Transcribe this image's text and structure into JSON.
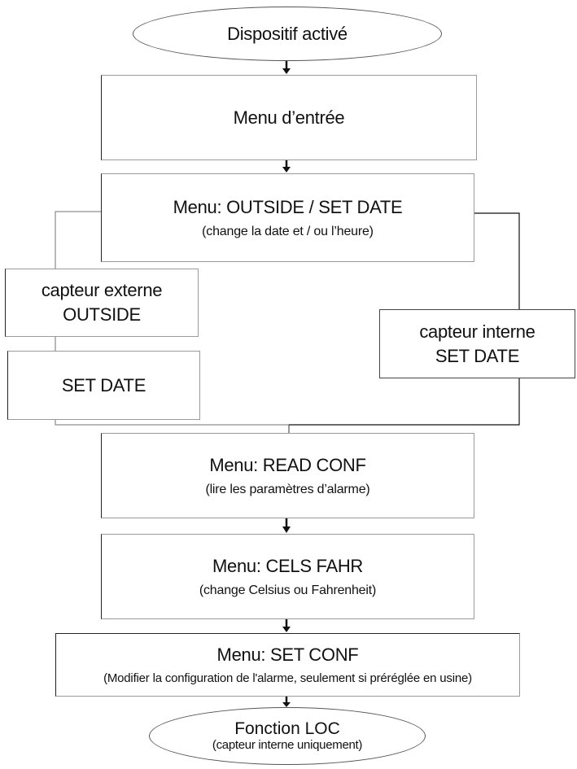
{
  "diagram": {
    "type": "flowchart",
    "language": "fr",
    "start": {
      "label": "Dispositif activé"
    },
    "nodes": {
      "menu_entree": {
        "title": "Menu d’entrée"
      },
      "menu_outside_set_date": {
        "title": "Menu: OUTSIDE / SET DATE",
        "subtitle": "(change la date et / ou l’heure)"
      },
      "capteur_externe": {
        "line1": "capteur externe",
        "line2": "OUTSIDE"
      },
      "set_date_left": {
        "title": "SET DATE"
      },
      "capteur_interne": {
        "line1": "capteur interne",
        "line2": "SET DATE"
      },
      "menu_read_conf": {
        "title": "Menu: READ CONF",
        "subtitle": "(lire les paramètres d’alarme)"
      },
      "menu_cels_fahr": {
        "title": "Menu: CELS FAHR",
        "subtitle": "(change Celsius ou Fahrenheit)"
      },
      "menu_set_conf": {
        "title": "Menu: SET CONF",
        "subtitle": "(Modifier la configuration de l'alarme, seulement si préréglée en usine)"
      }
    },
    "end": {
      "title": "Fonction LOC",
      "subtitle": "(capteur interne uniquement)"
    },
    "edges": [
      [
        "Dispositif activé",
        "Menu d’entrée"
      ],
      [
        "Menu d’entrée",
        "Menu: OUTSIDE / SET DATE"
      ],
      [
        "Menu: OUTSIDE / SET DATE",
        "capteur externe OUTSIDE"
      ],
      [
        "capteur externe OUTSIDE",
        "SET DATE"
      ],
      [
        "Menu: OUTSIDE / SET DATE",
        "capteur interne SET DATE"
      ],
      [
        "SET DATE",
        "Menu: READ CONF"
      ],
      [
        "capteur interne SET DATE",
        "Menu: READ CONF"
      ],
      [
        "Menu: READ CONF",
        "Menu: CELS FAHR"
      ],
      [
        "Menu: CELS FAHR",
        "Menu: SET CONF"
      ],
      [
        "Menu: SET CONF",
        "Fonction LOC"
      ]
    ]
  }
}
